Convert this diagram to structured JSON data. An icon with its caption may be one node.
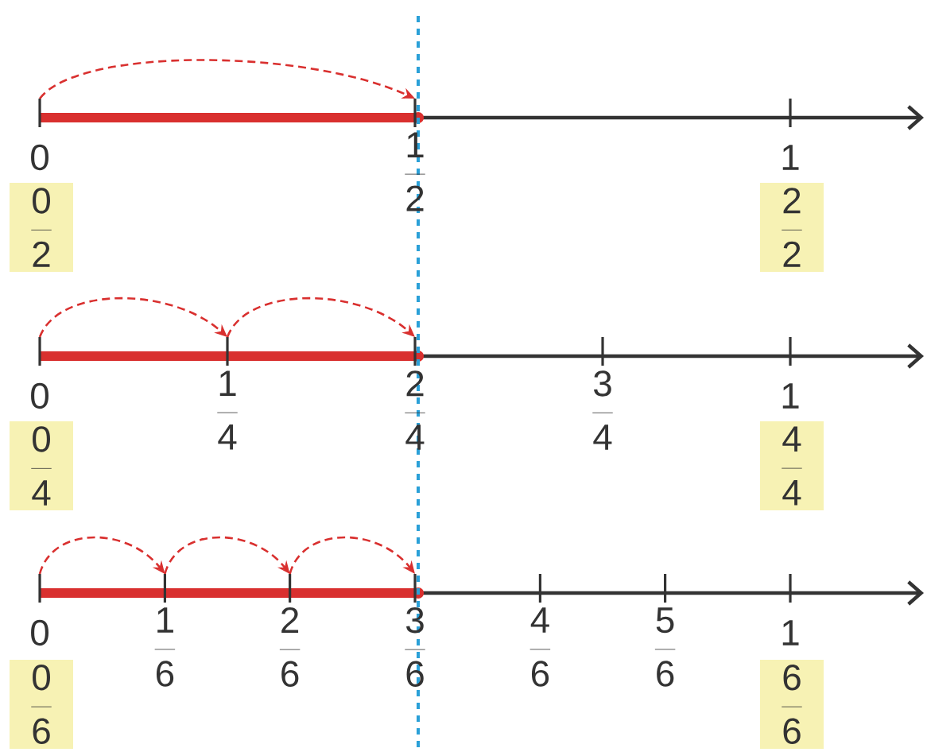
{
  "diagram": {
    "nodes": [
      {
        "text": [
          "\\frac{0}{2}"
        ]
      },
      {
        "text": [
          "\\frac{2}{2}"
        ]
      },
      {
        "text": [
          "\\frac{0}{4}"
        ]
      },
      {
        "text": [
          "\\frac{4}{4}"
        ]
      },
      {
        "text": [
          "\\frac{0}{6}"
        ]
      },
      {
        "text": [
          "\\frac{6}{6}"
        ]
      }
    ],
    "labels": [
      "0",
      "\\frac{1}{2}",
      "1",
      "0",
      "\\frac{1}{4}",
      "\\frac{2}{4}",
      "\\frac{3}{4}",
      "1",
      "0",
      "\\frac{1}{6}",
      "\\frac{2}{6}",
      "\\frac{3}{6}",
      "\\frac{4}{6}",
      "\\frac{5}{6}",
      "1"
    ]
  }
}
